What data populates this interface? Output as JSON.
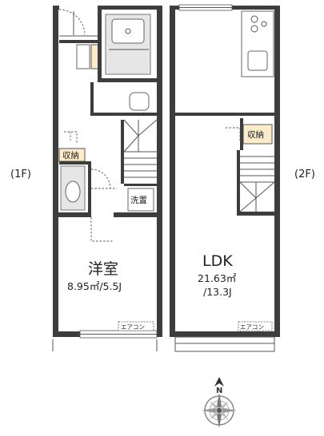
{
  "floors": {
    "first": {
      "tag": "(1F)",
      "rooms": {
        "western": {
          "name": "洋室",
          "area": "8.95㎡/5.5J"
        },
        "storage": "収納",
        "laundry": "洗置",
        "aircon": "エアコン"
      }
    },
    "second": {
      "tag": "(2F)",
      "rooms": {
        "ldk": {
          "name": "LDK",
          "area_m2": "21.63㎡",
          "area_j": "/13.3J"
        },
        "storage": "収納",
        "aircon": "エアコン"
      }
    }
  },
  "compass": {
    "north": "N"
  },
  "colors": {
    "wall": "#3d3d3d",
    "storage": "#fdecc9",
    "bath": "#e6e6e6"
  }
}
